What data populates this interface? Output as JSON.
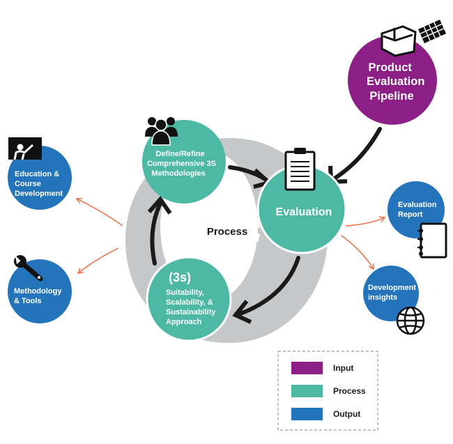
{
  "input_node": {
    "lines": [
      "Product",
      "Evaluation",
      "Pipeline"
    ],
    "icon": "product-box-and-solar-panel-icon"
  },
  "process_center": {
    "label": "Process",
    "icon": "gear-icon"
  },
  "process_nodes": {
    "define": {
      "lines": [
        "Define/Refine",
        "Comprehensive 3S",
        "Methodologies"
      ],
      "icon": "people-group-icon"
    },
    "evaluation": {
      "label": "Evaluation",
      "icon": "clipboard-icon"
    },
    "approach": {
      "heading": "(3s)",
      "lines": [
        "Suitability,",
        "Scalability, &",
        "Sustainability",
        "Approach"
      ]
    }
  },
  "output_nodes": {
    "education": {
      "lines": [
        "Education &",
        "Course",
        "Development"
      ],
      "icon": "presentation-board-icon"
    },
    "methodology": {
      "lines": [
        "Methodology",
        "& Tools"
      ],
      "icon": "wrench-icon"
    },
    "evaluation_report": {
      "lines": [
        "Evaluation",
        "Report"
      ],
      "icon": "notebook-icon"
    },
    "development_insights": {
      "lines": [
        "Development",
        "insights"
      ],
      "icon": "globe-icon"
    }
  },
  "legend": {
    "items": [
      {
        "label": "Input",
        "color": "#8B1F86"
      },
      {
        "label": "Process",
        "color": "#4DB8A4"
      },
      {
        "label": "Output",
        "color": "#2374BB"
      }
    ]
  },
  "colors": {
    "input": "#8B1F86",
    "process": "#4DB8A4",
    "output": "#2374BB",
    "ring": "#C6C7C9",
    "arrow_dark": "#1A1A1A",
    "arrow_orange": "#EE6A3C"
  }
}
